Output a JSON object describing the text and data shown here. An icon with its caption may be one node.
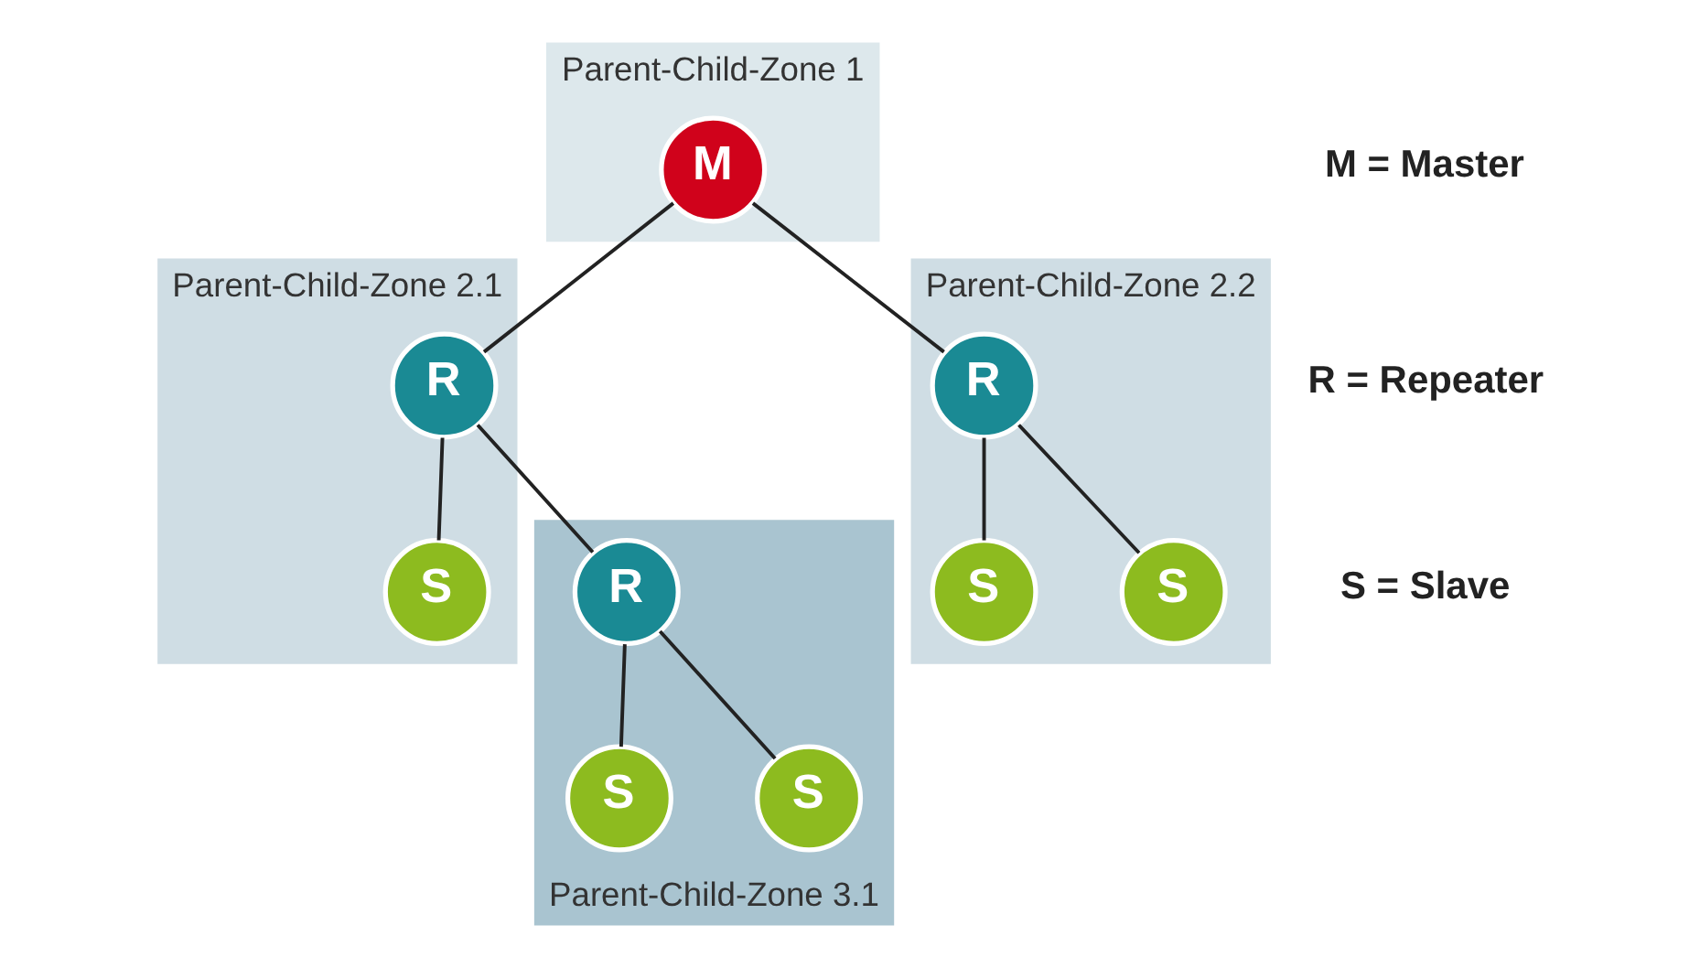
{
  "diagram": {
    "nodes": [
      {
        "text": [
          "Parent-Child-Zone 1"
        ]
      },
      {
        "text": [
          "M"
        ],
        "in": 0
      },
      {
        "text": [
          "Parent-Child-Zone 2.1"
        ]
      },
      {
        "text": [
          "R"
        ],
        "in": 2
      },
      {
        "text": [
          "S"
        ],
        "in": 2
      },
      {
        "text": [
          "Parent-Child-Zone 3.1"
        ]
      },
      {
        "text": [
          "R"
        ],
        "in": 5
      },
      {
        "text": [
          "S"
        ],
        "in": 5
      },
      {
        "text": [
          "S"
        ],
        "in": 5
      },
      {
        "text": [
          "Parent-Child-Zone 2.2"
        ]
      },
      {
        "text": [
          "R"
        ],
        "in": 9
      },
      {
        "text": [
          "S"
        ],
        "in": 9
      },
      {
        "text": [
          "S"
        ],
        "in": 9
      }
    ],
    "edges": [
      {
        "from": 1,
        "to": 3,
        "arrow": "none"
      },
      {
        "from": 1,
        "to": 10,
        "arrow": "none"
      },
      {
        "from": 3,
        "to": 4,
        "arrow": "none"
      },
      {
        "from": 3,
        "to": 6,
        "arrow": "none"
      },
      {
        "from": 6,
        "to": 7,
        "arrow": "none"
      },
      {
        "from": 6,
        "to": 8,
        "arrow": "none"
      },
      {
        "from": 10,
        "to": 11,
        "arrow": "none"
      },
      {
        "from": 10,
        "to": 12,
        "arrow": "none"
      }
    ],
    "labels": [
      "M = Master",
      "R = Repeater",
      "S = Slave"
    ]
  }
}
